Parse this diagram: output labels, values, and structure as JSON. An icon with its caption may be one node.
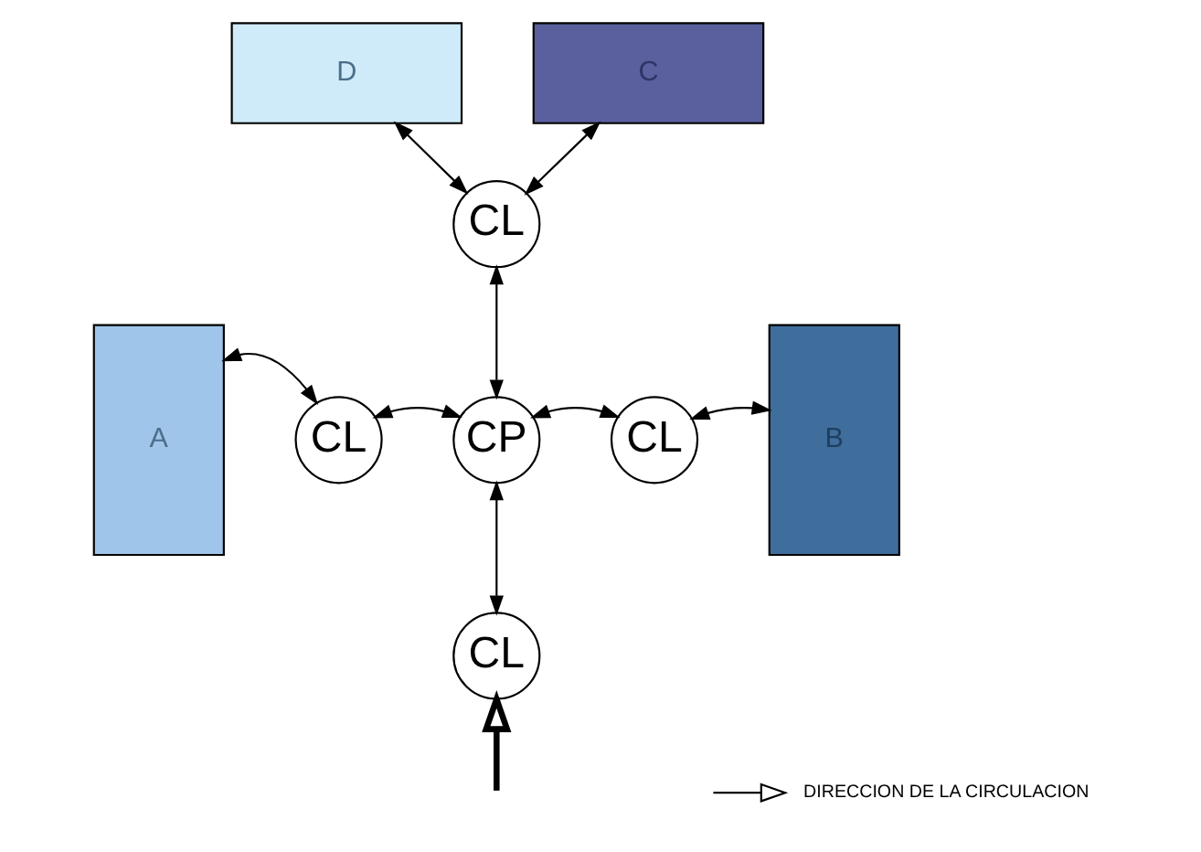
{
  "diagram": {
    "nodes": [
      {
        "text": [
          "D"
        ]
      },
      {
        "text": [
          "C"
        ]
      },
      {
        "text": [
          "CL"
        ]
      },
      {
        "text": [
          "A"
        ]
      },
      {
        "text": [
          "CL"
        ]
      },
      {
        "text": [
          "CP"
        ]
      },
      {
        "text": [
          "CL"
        ]
      },
      {
        "text": [
          "B"
        ]
      },
      {
        "text": [
          "CL"
        ]
      }
    ],
    "edges": [
      {
        "from": 0,
        "to": 2,
        "arrow": "both"
      },
      {
        "from": 1,
        "to": 2,
        "arrow": "both"
      },
      {
        "from": 2,
        "to": 5,
        "arrow": "both"
      },
      {
        "from": 3,
        "to": 4,
        "arrow": "both"
      },
      {
        "from": 4,
        "to": 5,
        "arrow": "both"
      },
      {
        "from": 5,
        "to": 6,
        "arrow": "both"
      },
      {
        "from": 6,
        "to": 7,
        "arrow": "both"
      },
      {
        "from": 5,
        "to": 8,
        "arrow": "both"
      },
      {
        "from": null,
        "to": 8,
        "arrow": "to",
        "style": "thick"
      }
    ],
    "legend": [
      {
        "text": "DIRECCION DE LA CIRCULACION"
      }
    ]
  }
}
